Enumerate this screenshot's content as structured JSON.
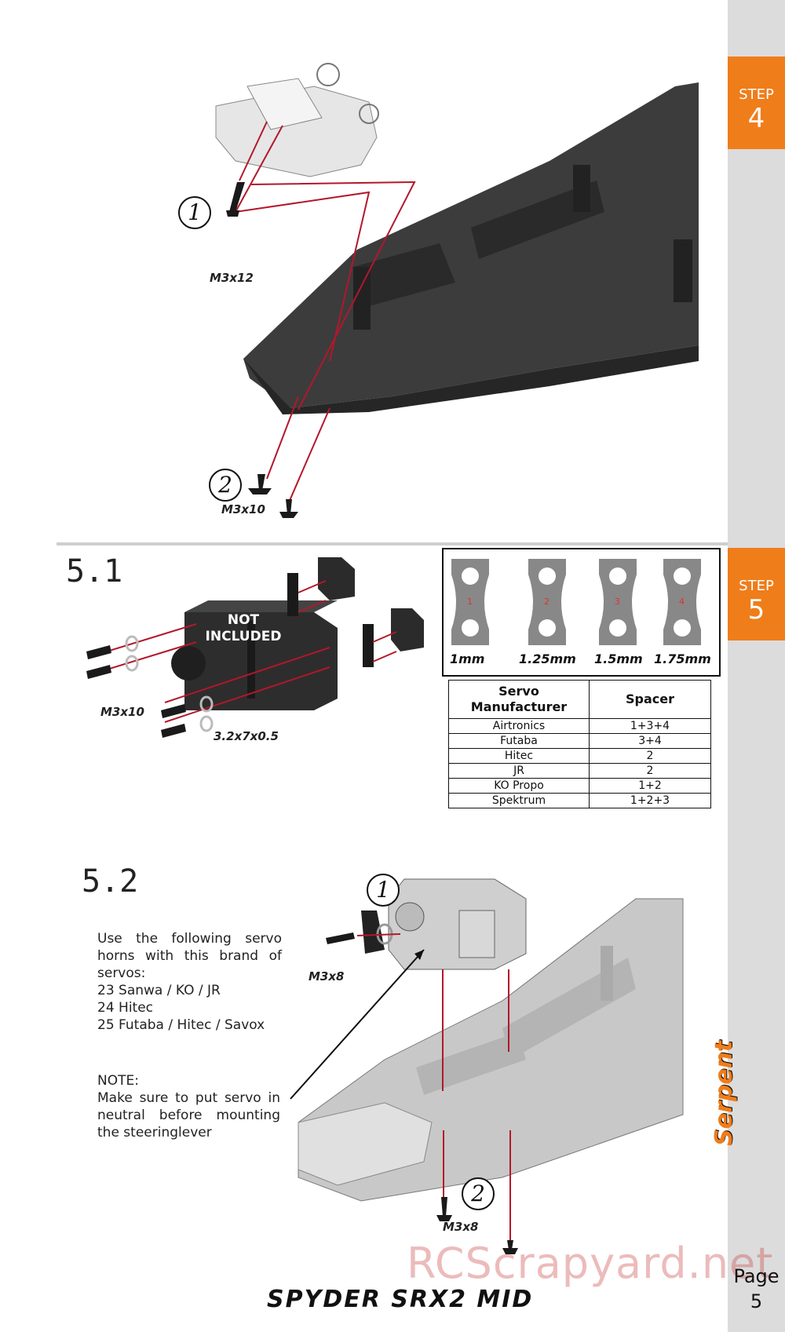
{
  "step4": {
    "label": "STEP",
    "number": "4"
  },
  "step5": {
    "label": "STEP",
    "number": "5"
  },
  "step4_drawing": {
    "callout_1": "1",
    "callout_2": "2",
    "screw_top": "M3x12",
    "screw_bottom": "M3x10"
  },
  "section_5_1": {
    "title": "5.1",
    "servo_text": "NOT\nINCLUDED",
    "screw_label": "M3x10",
    "washer_label": "3.2x7x0.5",
    "spacers": [
      {
        "index": "1",
        "thickness": "1mm"
      },
      {
        "index": "2",
        "thickness": "1.25mm"
      },
      {
        "index": "3",
        "thickness": "1.5mm"
      },
      {
        "index": "4",
        "thickness": "1.75mm"
      }
    ],
    "table": {
      "header_manufacturer": "Servo\nManufacturer",
      "header_spacer": "Spacer",
      "rows": [
        {
          "manufacturer": "Airtronics",
          "spacer": "1+3+4"
        },
        {
          "manufacturer": "Futaba",
          "spacer": "3+4"
        },
        {
          "manufacturer": "Hitec",
          "spacer": "2"
        },
        {
          "manufacturer": "JR",
          "spacer": "2"
        },
        {
          "manufacturer": "KO Propo",
          "spacer": "1+2"
        },
        {
          "manufacturer": "Spektrum",
          "spacer": "1+2+3"
        }
      ]
    }
  },
  "section_5_2": {
    "title": "5.2",
    "horns_text": "Use the following servo horns with this brand of servos:",
    "horn_lines": [
      "23 Sanwa / KO / JR",
      "24 Hitec",
      "25 Futaba / Hitec / Savox"
    ],
    "note_title": "NOTE:",
    "note_text": "Make sure to put servo in neutral before mounting the steeringlever",
    "callout_1": "1",
    "callout_2": "2",
    "screw_top": "M3x8",
    "screw_bottom": "M3x8"
  },
  "footer": {
    "watermark": "RCScrapyard.net",
    "page_label": "Page",
    "page_number": "5",
    "brand_logo": "SPYDER SRX2 MID",
    "sidebar_logo": "Serpent"
  },
  "colors": {
    "accent": "#ef7d1a",
    "sidebar": "#dcdcdc",
    "guide_line": "#b3172b"
  }
}
